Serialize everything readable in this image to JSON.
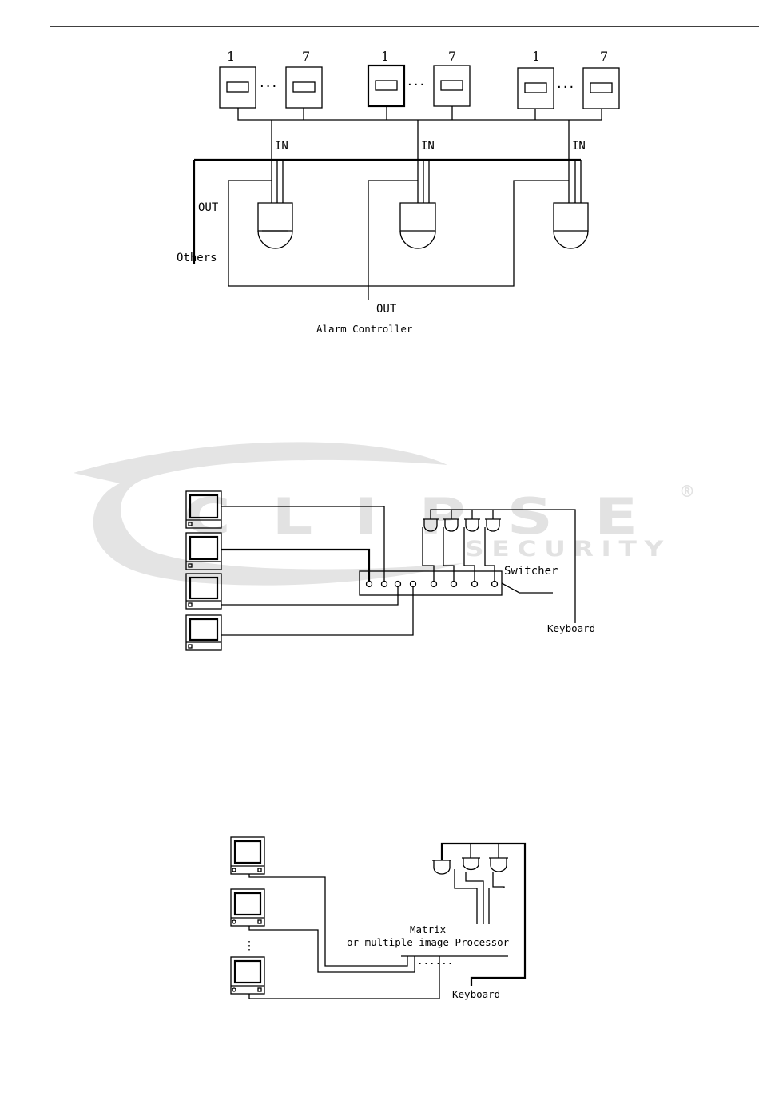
{
  "diagram1": {
    "number_labels": [
      "1",
      "7",
      "1",
      "7",
      "1",
      "7"
    ],
    "ellipsis": "···",
    "in_label": "IN",
    "out_label_left": "OUT",
    "others_label": "Others",
    "out_label_bottom": "OUT",
    "alarm_controller_label": "Alarm Controller"
  },
  "diagram2": {
    "watermark_brand": "CLIPSE",
    "watermark_sub": "SECURITY",
    "watermark_mark": "®",
    "switcher_label": "Switcher",
    "keyboard_label": "Keyboard"
  },
  "diagram3": {
    "matrix_line1": "Matrix",
    "matrix_line2": "or multiple image Processor",
    "keyboard_label": "Keyboard",
    "vertical_dots": "⋮",
    "port_dots": "......"
  },
  "colors": {
    "line": "#000000",
    "watermark": "#e2e2e2"
  }
}
